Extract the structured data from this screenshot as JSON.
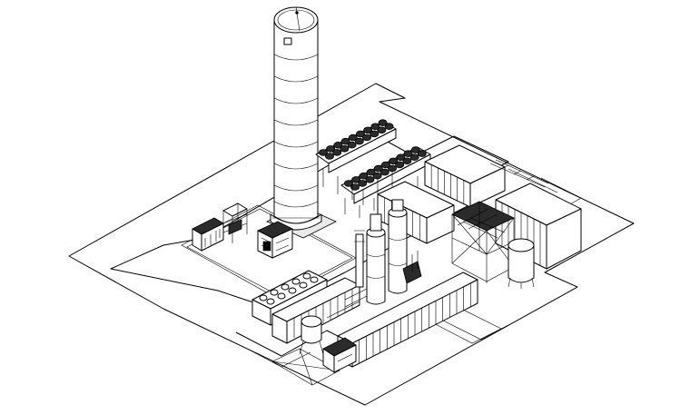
{
  "drawing": {
    "style": "isometric line drawing",
    "stroke_color": "#000000",
    "background_color": "#ffffff",
    "components": [
      "site-boundary",
      "stack-tower",
      "fan-cooler-array",
      "equipment-enclosures",
      "process-columns",
      "steel-frame-structure",
      "storage-tank",
      "skid-units"
    ]
  }
}
